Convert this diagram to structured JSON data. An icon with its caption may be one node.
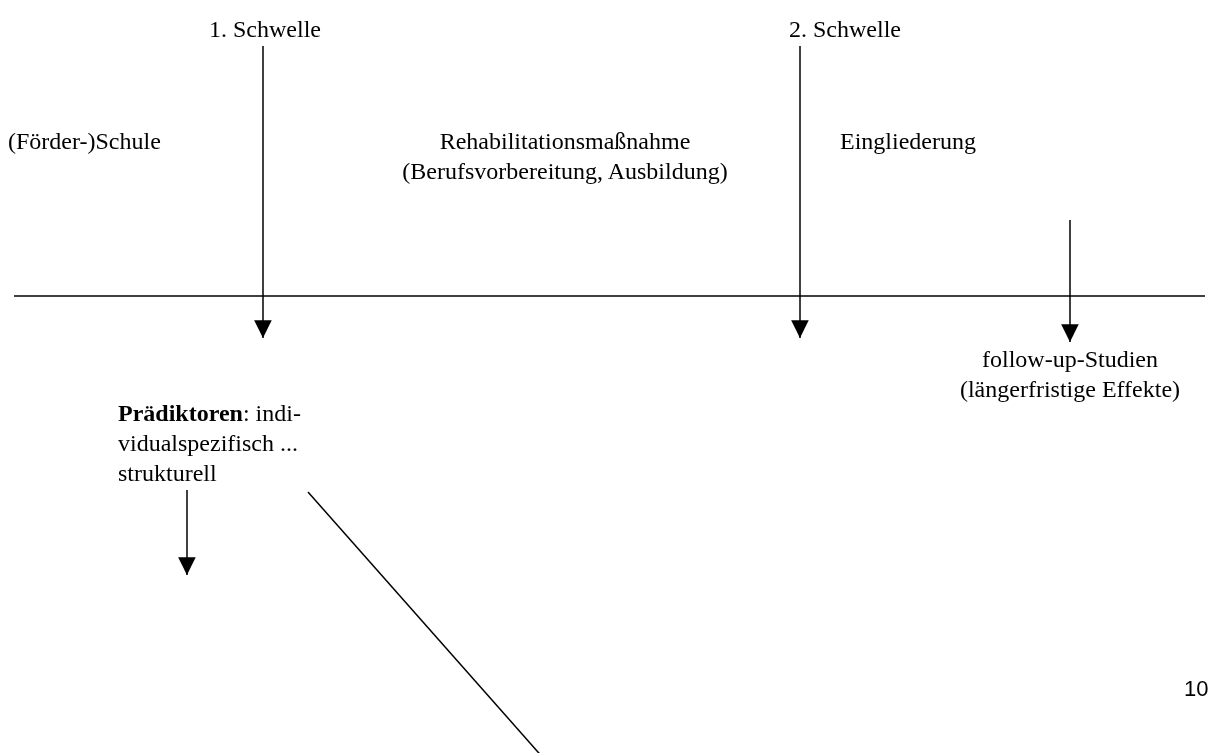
{
  "diagram": {
    "nodes": [
      {
        "text": [
          "1. Schwelle"
        ]
      },
      {
        "text": [
          "2. Schwelle"
        ]
      },
      {
        "text": [
          "(Förder-)Schule"
        ]
      },
      {
        "text": [
          "Rehabilitationsmaßnahme (Berufsvorbereitung, Ausbildung)"
        ]
      },
      {
        "text": [
          "Eingliederung"
        ]
      },
      {
        "text": [
          "follow-up-Studien (längerfristige Effekte)"
        ]
      },
      {
        "text": [
          "**Prädiktoren**: indi- vidualspezifisch ... strukturell"
        ]
      }
    ],
    "edges": [
      {
        "from": 0,
        "to": null,
        "arrow": "to"
      },
      {
        "from": 1,
        "to": null,
        "arrow": "to"
      },
      {
        "from": null,
        "to": 5,
        "arrow": "to"
      },
      {
        "from": 6,
        "to": null,
        "arrow": "to"
      },
      {
        "from": 6,
        "to": null,
        "arrow": "none"
      }
    ],
    "labels": [
      "10"
    ]
  }
}
